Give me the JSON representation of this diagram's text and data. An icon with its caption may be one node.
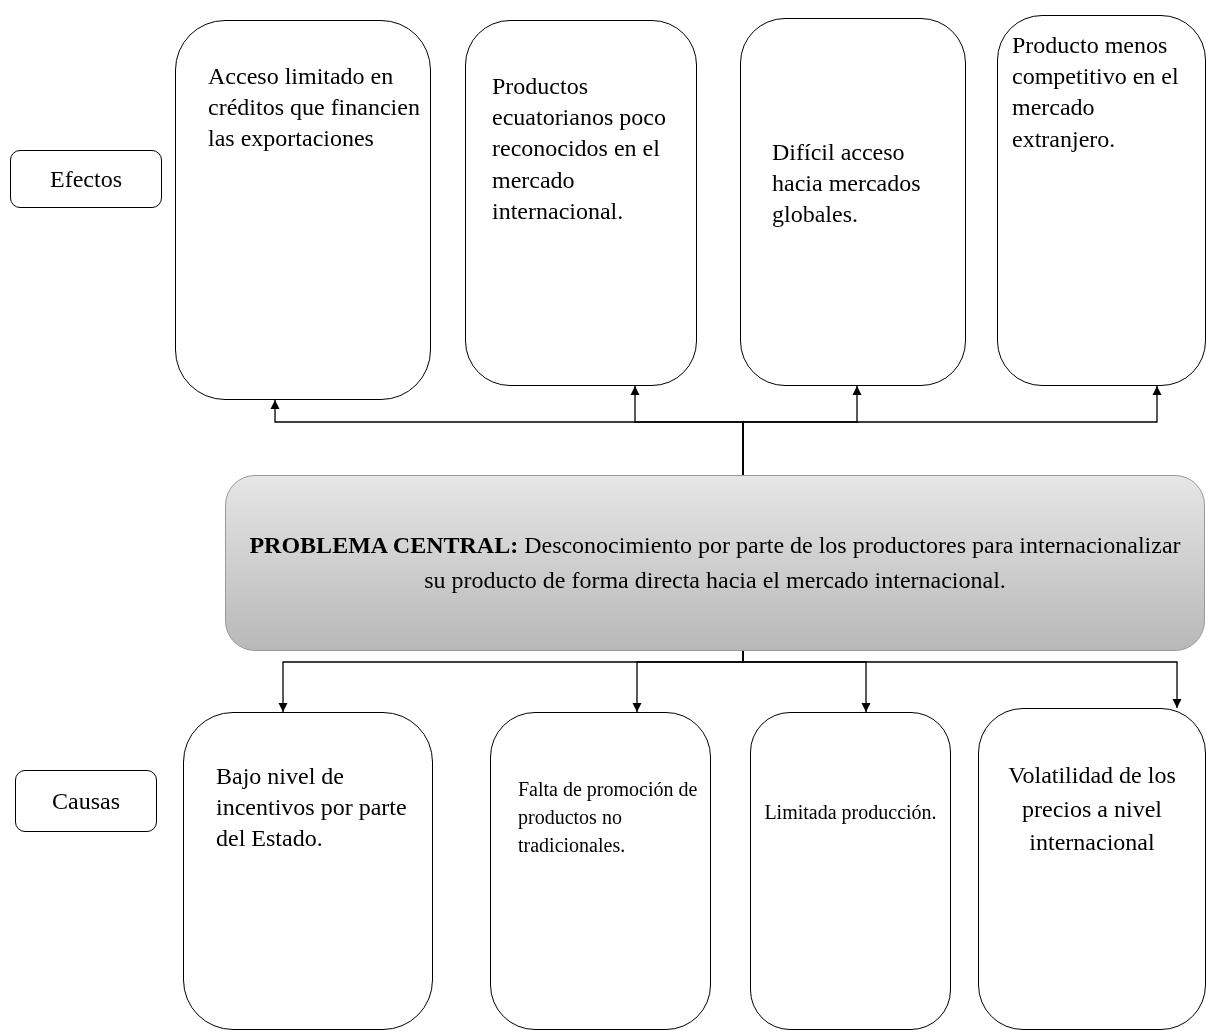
{
  "diagram": {
    "nodes": [
      {
        "text": [
          "Efectos"
        ]
      },
      {
        "text": [
          "Acceso limitado en créditos que financien las exportaciones"
        ]
      },
      {
        "text": [
          "Productos ecuatorianos poco reconocidos en el mercado internacional."
        ]
      },
      {
        "text": [
          "Difícil acceso hacia mercados globales."
        ]
      },
      {
        "text": [
          "Producto menos competitivo en el mercado extranjero."
        ]
      },
      {
        "text": [
          "**PROBLEMA CENTRAL:** Desconocimiento por parte de los productores para internacionalizar su producto de forma directa hacia el mercado internacional."
        ]
      },
      {
        "text": [
          "Causas"
        ]
      },
      {
        "text": [
          "Bajo nivel de incentivos por parte del Estado."
        ]
      },
      {
        "text": [
          "Falta de promoción de productos no tradicionales."
        ]
      },
      {
        "text": [
          "Limitada producción."
        ]
      },
      {
        "text": [
          "Volatilidad de los precios a nivel internacional"
        ]
      }
    ],
    "edges": [
      {
        "from": 5,
        "to": 1,
        "arrow": "to"
      },
      {
        "from": 5,
        "to": 2,
        "arrow": "to"
      },
      {
        "from": 5,
        "to": 3,
        "arrow": "to"
      },
      {
        "from": 5,
        "to": 4,
        "arrow": "to"
      },
      {
        "from": 5,
        "to": 7,
        "arrow": "to"
      },
      {
        "from": 5,
        "to": 8,
        "arrow": "to"
      },
      {
        "from": 5,
        "to": 9,
        "arrow": "to"
      },
      {
        "from": 5,
        "to": 10,
        "arrow": "to"
      }
    ]
  }
}
